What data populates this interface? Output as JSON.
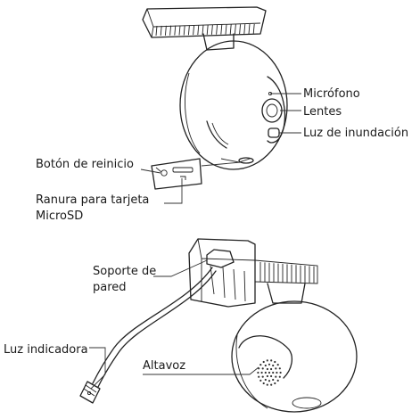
{
  "labels": {
    "microphone": "Micrófono",
    "lens": "Lentes",
    "floodlight": "Luz de inundación",
    "reset_button": "Botón de reinicio",
    "sd_slot_line1": "Ranura para tarjeta",
    "sd_slot_line2": "MicroSD",
    "wall_mount_line1": "Soporte de",
    "wall_mount_line2": "pared",
    "indicator_light": "Luz indicadora",
    "speaker": "Altavoz"
  }
}
